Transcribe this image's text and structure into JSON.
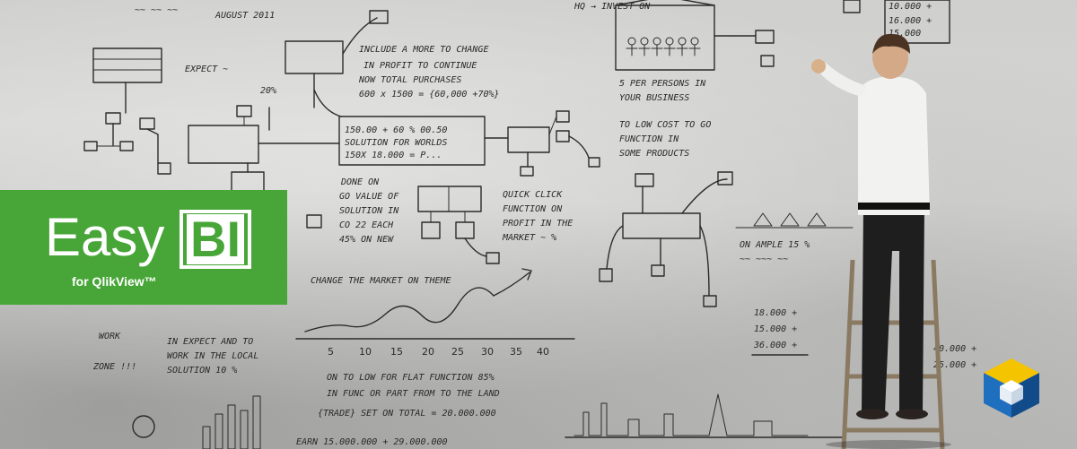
{
  "logo": {
    "word": "Easy",
    "bi": "BI",
    "subtitle": "for QlikView™",
    "color": "#47a637"
  },
  "sketch": {
    "top_left_date": "AUGUST 2011",
    "axis_ticks": [
      "5",
      "10",
      "15",
      "20",
      "25",
      "30",
      "35",
      "40"
    ],
    "annotation_bottom": "EARN 15.000.000 + 29.000.000",
    "annotation_right": [
      "18.000 +",
      "15.000 +",
      "36.000 +"
    ]
  },
  "icons": {
    "cube_icon": "qlik-cube-icon"
  }
}
